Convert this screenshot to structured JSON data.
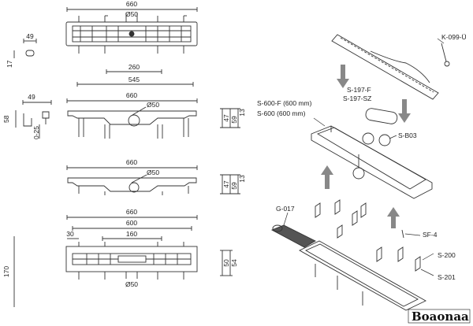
{
  "views": {
    "top": {
      "width": "660",
      "diameter": "Ø50",
      "depth": "17",
      "pipe_w": "49"
    },
    "side1": {
      "len_660": "660",
      "len_545": "545",
      "len_260": "260",
      "diameter": "Ø50",
      "h_47": "47",
      "h_59": "59",
      "h_13": "13",
      "foot_49": "49",
      "foot_58": "58",
      "foot_range": "0-25"
    },
    "side2": {
      "len_660": "660",
      "diameter": "Ø50",
      "h_47": "47",
      "h_59": "59",
      "h_13": "13"
    },
    "bottom": {
      "len_660": "660",
      "len_600": "600",
      "len_30": "30",
      "len_160": "160",
      "diameter": "Ø50",
      "h_170": "170",
      "h_50": "50",
      "h_54": "54"
    }
  },
  "parts": {
    "k099": "K-099-Ü",
    "s197f": "S-197-F",
    "s197sz": "S-197-SZ",
    "s600f": "S-600-F  (600 mm)",
    "s600": "S-600      (600 mm)",
    "sb03": "S-B03",
    "g017": "G-017",
    "sf4": "SF-4",
    "s200": "S-200",
    "s201": "S-201"
  },
  "brand": "Boaonaa"
}
